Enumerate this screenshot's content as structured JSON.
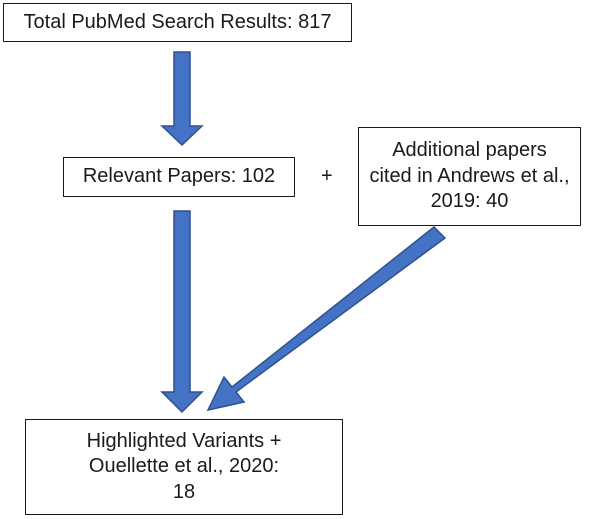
{
  "nodes": {
    "total": {
      "text": "Total PubMed Search Results: 817"
    },
    "relevant": {
      "text": "Relevant Papers: 102"
    },
    "additional": {
      "text": "Additional papers cited in Andrews et al., 2019: 40"
    },
    "final": {
      "line1": "Highlighted Variants +",
      "line2": "Ouellette et al., 2020:",
      "line3": "18"
    }
  },
  "operator": "+",
  "colors": {
    "arrow_fill": "#4472c4",
    "arrow_stroke": "#2f528f",
    "box_border": "#1a1a1a"
  }
}
